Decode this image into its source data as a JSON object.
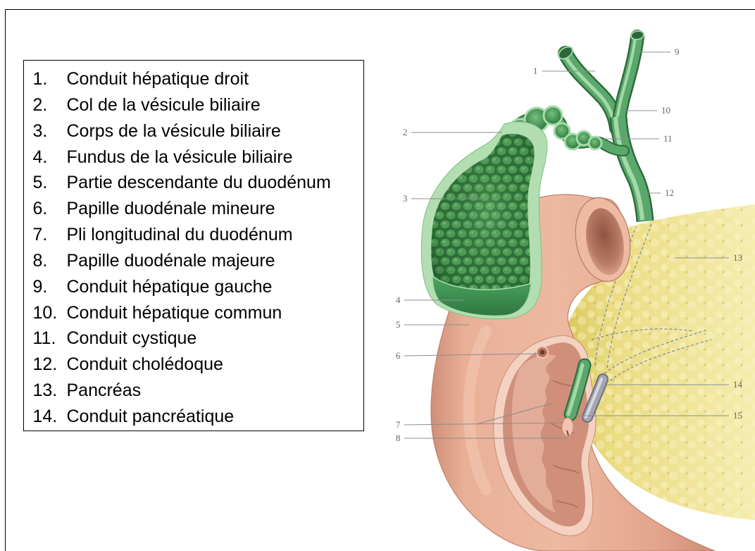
{
  "legend": {
    "items": [
      {
        "num": "1.",
        "text": "Conduit hépatique droit"
      },
      {
        "num": "2.",
        "text": "Col de la vésicule biliaire"
      },
      {
        "num": "3.",
        "text": "Corps de la vésicule biliaire"
      },
      {
        "num": "4.",
        "text": "Fundus de la vésicule biliaire"
      },
      {
        "num": "5.",
        "text": "Partie descendante du duodénum"
      },
      {
        "num": "6.",
        "text": "Papille duodénale mineure"
      },
      {
        "num": "7.",
        "text": "Pli longitudinal du duodénum"
      },
      {
        "num": "8.",
        "text": "Papille duodénale majeure"
      },
      {
        "num": "9.",
        "text": "Conduit hépatique gauche"
      },
      {
        "num": "10.",
        "text": "Conduit hépatique commun"
      },
      {
        "num": "11.",
        "text": "Conduit cystique"
      },
      {
        "num": "12.",
        "text": "Conduit cholédoque"
      },
      {
        "num": "13.",
        "text": "Pancréas"
      },
      {
        "num": "14.",
        "text": "Conduit pancréatique"
      }
    ]
  },
  "figure": {
    "labels": [
      "1",
      "2",
      "3",
      "4",
      "5",
      "6",
      "7",
      "8",
      "9",
      "10",
      "11",
      "12",
      "13",
      "14",
      "15"
    ]
  },
  "colors": {
    "frame": "#000000",
    "bile_duct": "#5aa86c",
    "gallbladder": "#2d6d37",
    "duodenum": "#e6ab92",
    "pancreas": "#eee08a",
    "pancreatic_duct": "#a3a6b0"
  }
}
